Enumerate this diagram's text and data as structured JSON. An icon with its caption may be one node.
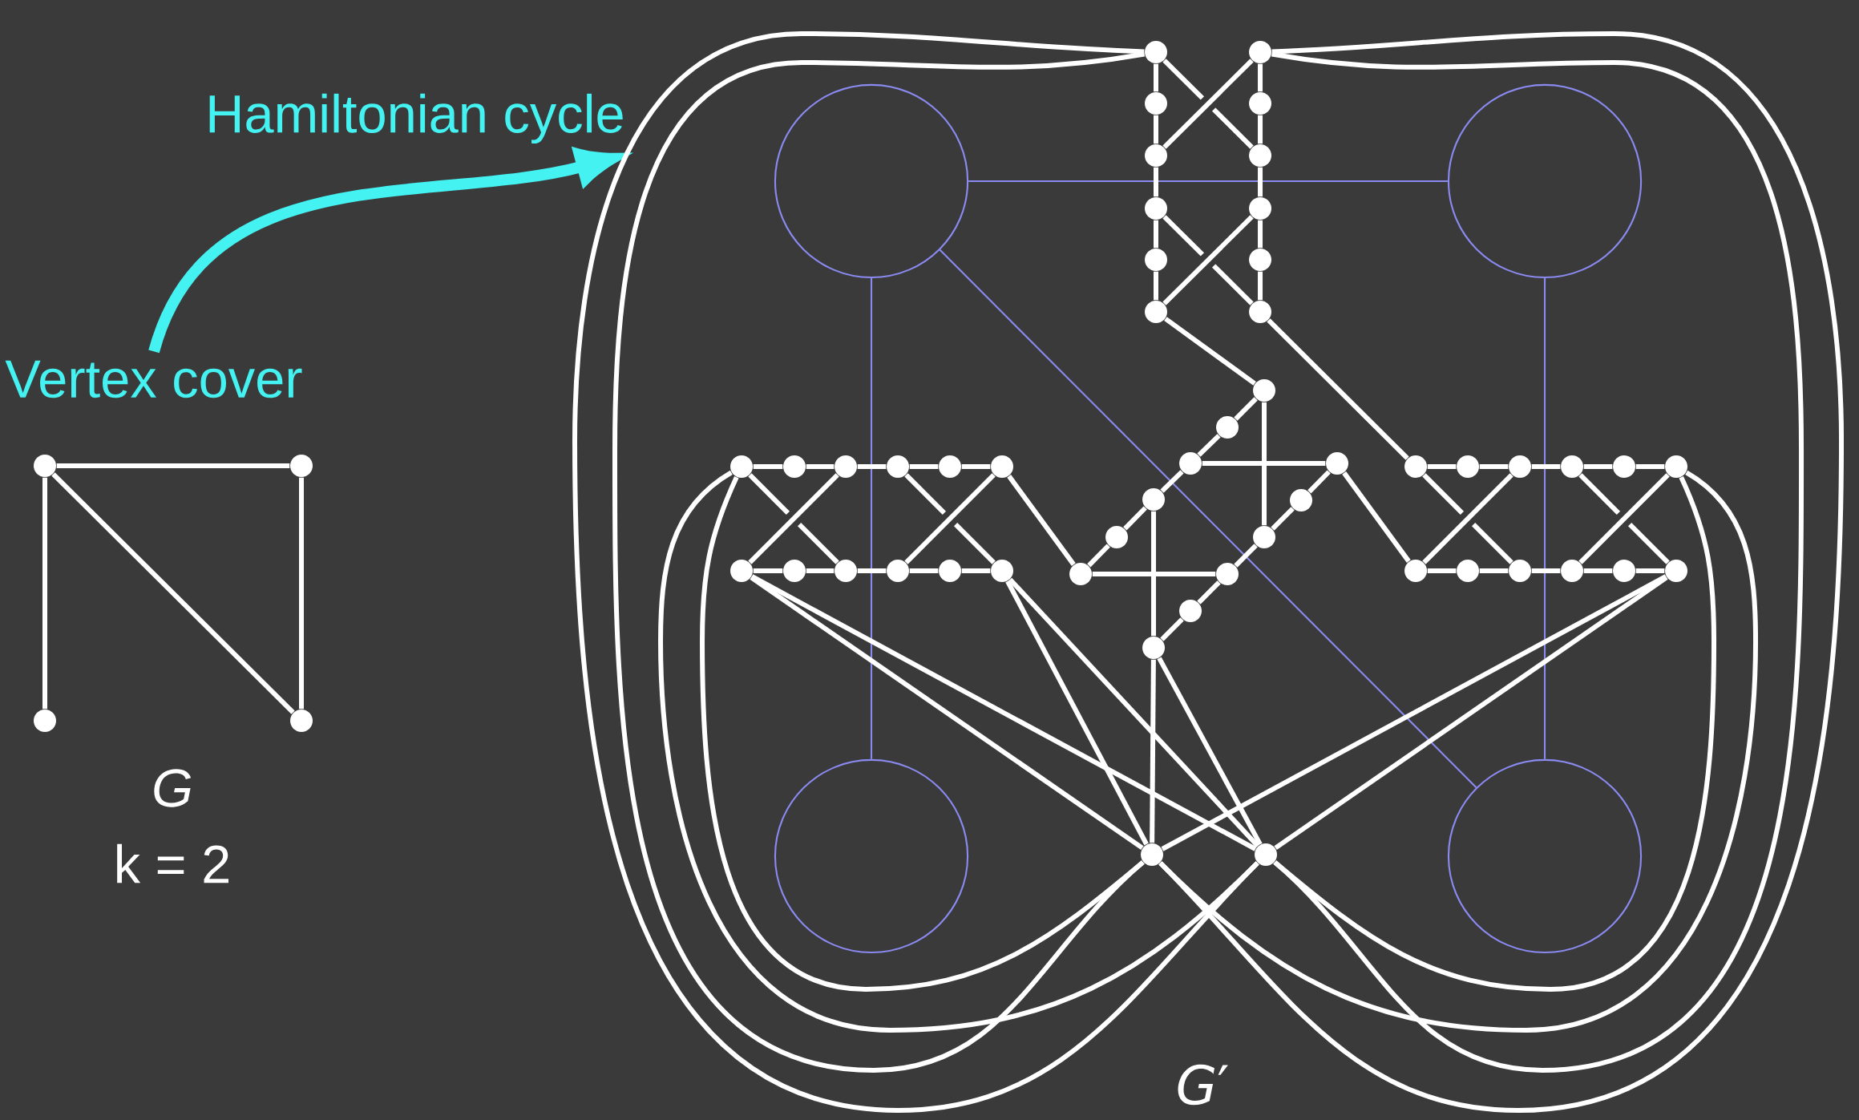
{
  "diagram": {
    "nodes": [
      {
        "text": [
          "Hamiltonian cycle"
        ]
      },
      {
        "text": [
          "Vertex cover"
        ]
      },
      {
        "text": [],
        "shape": "circle"
      },
      {
        "text": [],
        "shape": "circle"
      },
      {
        "text": [],
        "shape": "circle"
      },
      {
        "text": [],
        "shape": "circle"
      },
      {
        "text": [],
        "shape": "circle"
      },
      {
        "text": [],
        "shape": "circle"
      },
      {
        "text": [],
        "shape": "circle"
      },
      {
        "text": [],
        "shape": "circle"
      },
      {
        "text": [],
        "shape": "circle"
      },
      {
        "text": [],
        "shape": "circle"
      },
      {
        "text": [],
        "shape": "circle"
      },
      {
        "text": [],
        "shape": "circle"
      },
      {
        "text": [],
        "shape": "circle"
      },
      {
        "text": [],
        "shape": "circle"
      },
      {
        "text": [],
        "shape": "circle"
      },
      {
        "text": [],
        "shape": "circle"
      },
      {
        "text": [],
        "shape": "circle"
      },
      {
        "text": [],
        "shape": "circle"
      },
      {
        "text": [],
        "shape": "circle"
      },
      {
        "text": [],
        "shape": "circle"
      },
      {
        "text": [],
        "shape": "circle"
      },
      {
        "text": [],
        "shape": "circle"
      },
      {
        "text": [],
        "shape": "circle"
      },
      {
        "text": [],
        "shape": "circle"
      },
      {
        "text": [],
        "shape": "circle"
      },
      {
        "text": [],
        "shape": "circle"
      },
      {
        "text": [],
        "shape": "circle"
      },
      {
        "text": [],
        "shape": "circle"
      },
      {
        "text": [],
        "shape": "circle"
      },
      {
        "text": [],
        "shape": "circle"
      },
      {
        "text": [],
        "shape": "circle"
      },
      {
        "text": [],
        "shape": "circle"
      },
      {
        "text": [],
        "shape": "circle"
      },
      {
        "text": [],
        "shape": "circle"
      },
      {
        "text": [],
        "shape": "circle"
      },
      {
        "text": [],
        "shape": "circle"
      },
      {
        "text": [],
        "shape": "circle"
      },
      {
        "text": [],
        "shape": "circle"
      },
      {
        "text": [],
        "shape": "circle"
      },
      {
        "text": [],
        "shape": "circle"
      },
      {
        "text": [],
        "shape": "circle"
      },
      {
        "text": [],
        "shape": "circle"
      },
      {
        "text": [],
        "shape": "circle"
      },
      {
        "text": [],
        "shape": "circle"
      },
      {
        "text": [],
        "shape": "circle"
      },
      {
        "text": [],
        "shape": "circle"
      },
      {
        "text": [],
        "shape": "circle"
      },
      {
        "text": [],
        "shape": "circle"
      },
      {
        "text": [],
        "shape": "circle"
      },
      {
        "text": [],
        "shape": "circle"
      },
      {
        "text": [],
        "shape": "circle"
      },
      {
        "text": [],
        "shape": "circle"
      },
      {
        "text": [],
        "shape": "circle"
      },
      {
        "text": [],
        "shape": "circle"
      },
      {
        "text": [],
        "shape": "circle"
      },
      {
        "text": [],
        "shape": "circle"
      },
      {
        "text": [],
        "shape": "circle"
      },
      {
        "text": [],
        "shape": "circle"
      }
    ],
    "edges": [
      {
        "from": 2,
        "to": 3,
        "arrow": "none"
      },
      {
        "from": 2,
        "to": 4,
        "arrow": "none"
      },
      {
        "from": 2,
        "to": 5,
        "arrow": "none"
      },
      {
        "from": 3,
        "to": 5,
        "arrow": "none"
      },
      {
        "from": 1,
        "to": 0,
        "arrow": "to",
        "style": "thick",
        "color": "#44f2f2"
      },
      {
        "from": 6,
        "to": 7,
        "arrow": "none",
        "color": "#8a8af0"
      },
      {
        "from": 6,
        "to": 8,
        "arrow": "none",
        "color": "#8a8af0"
      },
      {
        "from": 6,
        "to": 9,
        "arrow": "none",
        "color": "#8a8af0"
      },
      {
        "from": 7,
        "to": 9,
        "arrow": "none",
        "color": "#8a8af0"
      },
      {
        "from": 10,
        "to": 11,
        "arrow": "none"
      },
      {
        "from": 11,
        "to": 12,
        "arrow": "none"
      },
      {
        "from": 12,
        "to": 13,
        "arrow": "none"
      },
      {
        "from": 13,
        "to": 14,
        "arrow": "none"
      },
      {
        "from": 14,
        "to": 15,
        "arrow": "none"
      },
      {
        "from": 16,
        "to": 17,
        "arrow": "none"
      },
      {
        "from": 17,
        "to": 18,
        "arrow": "none"
      },
      {
        "from": 18,
        "to": 19,
        "arrow": "none"
      },
      {
        "from": 19,
        "to": 20,
        "arrow": "none"
      },
      {
        "from": 20,
        "to": 21,
        "arrow": "none"
      },
      {
        "from": 10,
        "to": 18,
        "arrow": "none"
      },
      {
        "from": 16,
        "to": 12,
        "arrow": "none"
      },
      {
        "from": 13,
        "to": 21,
        "arrow": "none"
      },
      {
        "from": 19,
        "to": 15,
        "arrow": "none"
      },
      {
        "from": 22,
        "to": 23,
        "arrow": "none"
      },
      {
        "from": 23,
        "to": 24,
        "arrow": "none"
      },
      {
        "from": 24,
        "to": 25,
        "arrow": "none"
      },
      {
        "from": 25,
        "to": 26,
        "arrow": "none"
      },
      {
        "from": 26,
        "to": 27,
        "arrow": "none"
      },
      {
        "from": 28,
        "to": 29,
        "arrow": "none"
      },
      {
        "from": 29,
        "to": 30,
        "arrow": "none"
      },
      {
        "from": 30,
        "to": 31,
        "arrow": "none"
      },
      {
        "from": 31,
        "to": 32,
        "arrow": "none"
      },
      {
        "from": 32,
        "to": 33,
        "arrow": "none"
      },
      {
        "from": 22,
        "to": 30,
        "arrow": "none"
      },
      {
        "from": 28,
        "to": 24,
        "arrow": "none"
      },
      {
        "from": 25,
        "to": 33,
        "arrow": "none"
      },
      {
        "from": 31,
        "to": 27,
        "arrow": "none"
      },
      {
        "from": 34,
        "to": 35,
        "arrow": "none"
      },
      {
        "from": 35,
        "to": 36,
        "arrow": "none"
      },
      {
        "from": 36,
        "to": 37,
        "arrow": "none"
      },
      {
        "from": 37,
        "to": 38,
        "arrow": "none"
      },
      {
        "from": 38,
        "to": 39,
        "arrow": "none"
      },
      {
        "from": 40,
        "to": 41,
        "arrow": "none"
      },
      {
        "from": 41,
        "to": 42,
        "arrow": "none"
      },
      {
        "from": 42,
        "to": 43,
        "arrow": "none"
      },
      {
        "from": 43,
        "to": 44,
        "arrow": "none"
      },
      {
        "from": 44,
        "to": 45,
        "arrow": "none"
      },
      {
        "from": 34,
        "to": 42,
        "arrow": "none"
      },
      {
        "from": 36,
        "to": 40,
        "arrow": "none"
      },
      {
        "from": 37,
        "to": 45,
        "arrow": "none"
      },
      {
        "from": 39,
        "to": 43,
        "arrow": "none"
      },
      {
        "from": 46,
        "to": 47,
        "arrow": "none"
      },
      {
        "from": 47,
        "to": 48,
        "arrow": "none"
      },
      {
        "from": 48,
        "to": 49,
        "arrow": "none"
      },
      {
        "from": 49,
        "to": 50,
        "arrow": "none"
      },
      {
        "from": 50,
        "to": 51,
        "arrow": "none"
      },
      {
        "from": 52,
        "to": 53,
        "arrow": "none"
      },
      {
        "from": 53,
        "to": 54,
        "arrow": "none"
      },
      {
        "from": 54,
        "to": 55,
        "arrow": "none"
      },
      {
        "from": 55,
        "to": 56,
        "arrow": "none"
      },
      {
        "from": 56,
        "to": 57,
        "arrow": "none"
      },
      {
        "from": 46,
        "to": 54,
        "arrow": "none"
      },
      {
        "from": 52,
        "to": 48,
        "arrow": "none"
      },
      {
        "from": 49,
        "to": 57,
        "arrow": "none"
      },
      {
        "from": 55,
        "to": 51,
        "arrow": "none"
      },
      {
        "from": 15,
        "to": 34,
        "arrow": "none"
      },
      {
        "from": 21,
        "to": 46,
        "arrow": "none"
      },
      {
        "from": 39,
        "to": 27,
        "arrow": "none"
      },
      {
        "from": 40,
        "to": 52,
        "arrow": "none"
      },
      {
        "from": 10,
        "to": 59,
        "arrow": "none"
      },
      {
        "from": 10,
        "to": 58,
        "arrow": "none"
      },
      {
        "from": 22,
        "to": 59,
        "arrow": "none"
      },
      {
        "from": 22,
        "to": 58,
        "arrow": "none"
      },
      {
        "from": 16,
        "to": 58,
        "arrow": "none"
      },
      {
        "from": 16,
        "to": 59,
        "arrow": "none"
      },
      {
        "from": 51,
        "to": 58,
        "arrow": "none"
      },
      {
        "from": 51,
        "to": 59,
        "arrow": "none"
      },
      {
        "from": 28,
        "to": 58,
        "arrow": "none"
      },
      {
        "from": 28,
        "to": 59,
        "arrow": "none"
      },
      {
        "from": 33,
        "to": 58,
        "arrow": "none"
      },
      {
        "from": 33,
        "to": 59,
        "arrow": "none"
      },
      {
        "from": 45,
        "to": 58,
        "arrow": "none"
      },
      {
        "from": 45,
        "to": 59,
        "arrow": "none"
      },
      {
        "from": 57,
        "to": 58,
        "arrow": "none"
      },
      {
        "from": 57,
        "to": 59,
        "arrow": "none"
      }
    ],
    "labels": [
      "G",
      "k = 2",
      "*G*′"
    ]
  }
}
